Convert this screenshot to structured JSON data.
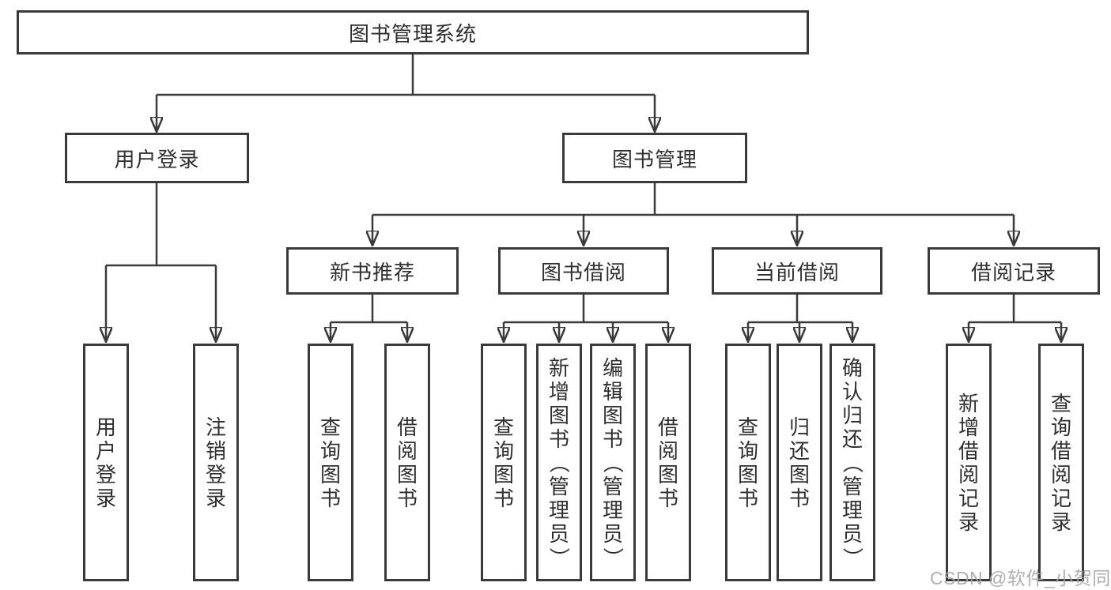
{
  "diagram": {
    "title": "图书管理系统",
    "root": {
      "label": "图书管理系统"
    },
    "level2": [
      {
        "label": "用户登录"
      },
      {
        "label": "图书管理"
      }
    ],
    "level3": [
      {
        "label": "新书推荐"
      },
      {
        "label": "图书借阅"
      },
      {
        "label": "当前借阅"
      },
      {
        "label": "借阅记录"
      }
    ],
    "leaves": {
      "user_login": [
        "用户登录",
        "注销登录"
      ],
      "new_book": [
        "查询图书",
        "借阅图书"
      ],
      "book_borrow": [
        "查询图书",
        "新增图书（管理员）",
        "编辑图书（管理员）",
        "借阅图书"
      ],
      "current_borrow": [
        "查询图书",
        "归还图书",
        "确认归还（管理员）"
      ],
      "borrow_records": [
        "新增借阅记录",
        "查询借阅记录"
      ]
    },
    "line_color": "#3a3a3a",
    "background_color": "#ffffff"
  },
  "watermark": {
    "text": "CSDN @软件_小贺同学"
  }
}
